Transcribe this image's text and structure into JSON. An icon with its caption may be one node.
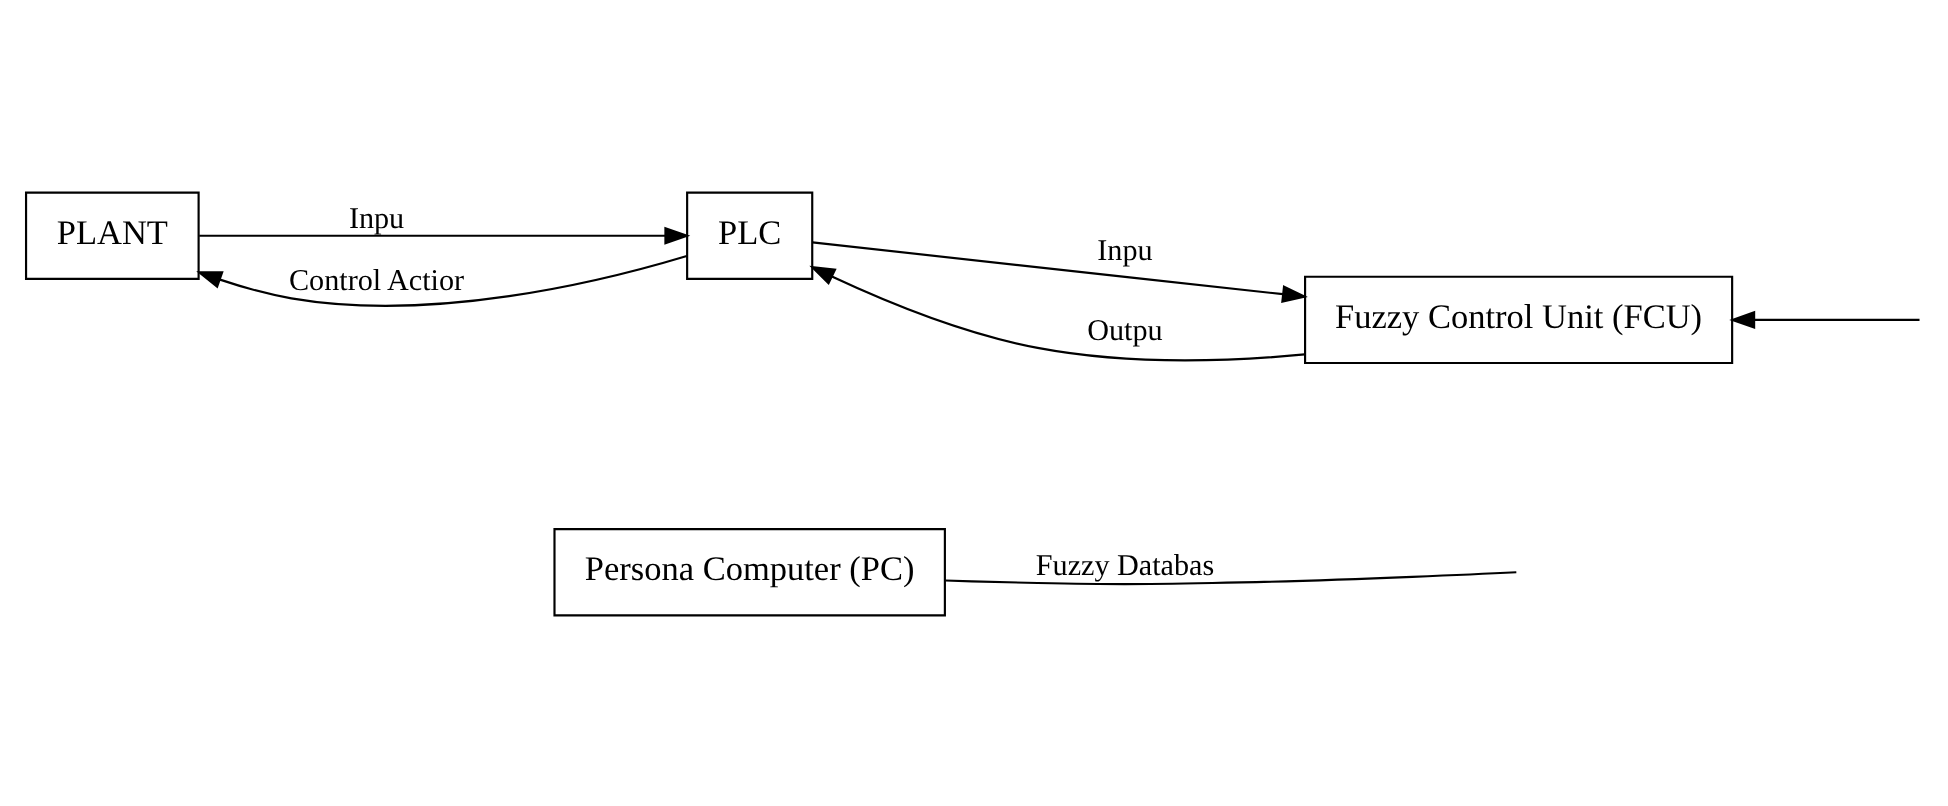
{
  "diagram": {
    "nodes": [
      {
        "text": [
          "PLANT"
        ]
      },
      {
        "text": [
          "PLC"
        ]
      },
      {
        "text": [
          "Fuzzy Control Unit (FCU)"
        ]
      },
      {
        "text": [
          "Persona Computer (PC)"
        ]
      }
    ],
    "edges": [
      {
        "from": 0,
        "to": 1,
        "arrow": "to",
        "label": "Inpu"
      },
      {
        "from": 1,
        "to": 0,
        "arrow": "to",
        "label": "Control Actior"
      },
      {
        "from": 1,
        "to": 2,
        "arrow": "to",
        "label": "Inpu"
      },
      {
        "from": 2,
        "to": 1,
        "arrow": "to",
        "label": "Outpu"
      },
      {
        "from": null,
        "to": 2,
        "arrow": "to"
      },
      {
        "from": 3,
        "to": null,
        "arrow": "none",
        "label": "Fuzzy Databas"
      }
    ]
  }
}
